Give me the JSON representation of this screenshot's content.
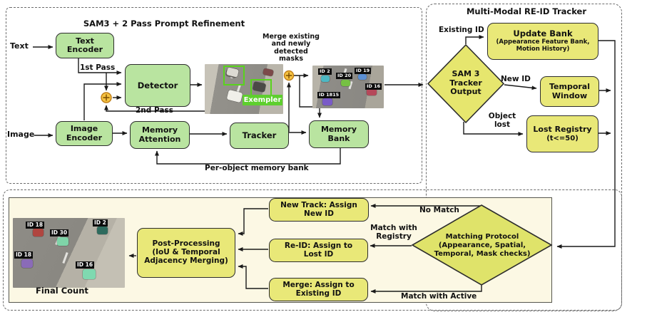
{
  "sam3_section": {
    "title": "SAM3 + 2 Pass Prompt Refinement",
    "input_text": "Text",
    "input_image": "Image",
    "nodes": {
      "text_encoder": "Text\nEncoder",
      "detector": "Detector",
      "image_encoder": "Image\nEncoder",
      "memory_attention": "Memory\nAttention",
      "tracker": "Tracker",
      "memory_bank": "Memory\nBank"
    },
    "edge_labels": {
      "first_pass": "1st Pass",
      "second_pass": "2nd Pass",
      "merge_note": "Merge existing\nand newly\ndetected\nmasks",
      "per_object": "Per-object memory bank"
    },
    "exempler_tag": "Exempler",
    "detections_image_tags": [
      "ID 2",
      "ID 20",
      "ID 19",
      "ID 16",
      "ID 1815"
    ]
  },
  "reid_section": {
    "title": "Multi-Modal RE-ID Tracker",
    "diamond": "SAM 3\nTracker\nOutput",
    "update_bank_title": "Update Bank",
    "update_bank_sub": "(Appearance Feature Bank,\nMotion History)",
    "temporal_window": "Temporal\nWindow",
    "lost_registry_title": "Lost  Registry",
    "lost_registry_sub": "(t<=50)",
    "edge_labels": {
      "existing_id": "Existing ID",
      "new_id": "New ID",
      "object_lost": "Object\nlost"
    }
  },
  "matching_section": {
    "diamond": "Matching Protocol\n(Appearance, Spatial,\nTemporal, Mask checks)",
    "new_track": "New Track: Assign\nNew ID",
    "re_id": "Re-ID: Assign to\nLost ID",
    "merge": "Merge: Assign to\nExisting ID",
    "post_processing": "Post-Processing\n(IoU & Temporal\nAdjacency Merging)",
    "edge_labels": {
      "no_match": "No Match",
      "match_registry": "Match with\nRegistry",
      "match_active": "Match with Active"
    },
    "final_count": "Final  Count",
    "final_image_tags": [
      "ID 18",
      "ID 30",
      "ID 2",
      "ID 18",
      "ID 16"
    ]
  },
  "colors": {
    "node_green": "#b9e4a0",
    "node_yellow": "#e9e878",
    "panel_cream": "#fcf8e4",
    "merge_gold": "#f5c242",
    "bbox_green": "#59d31d"
  }
}
